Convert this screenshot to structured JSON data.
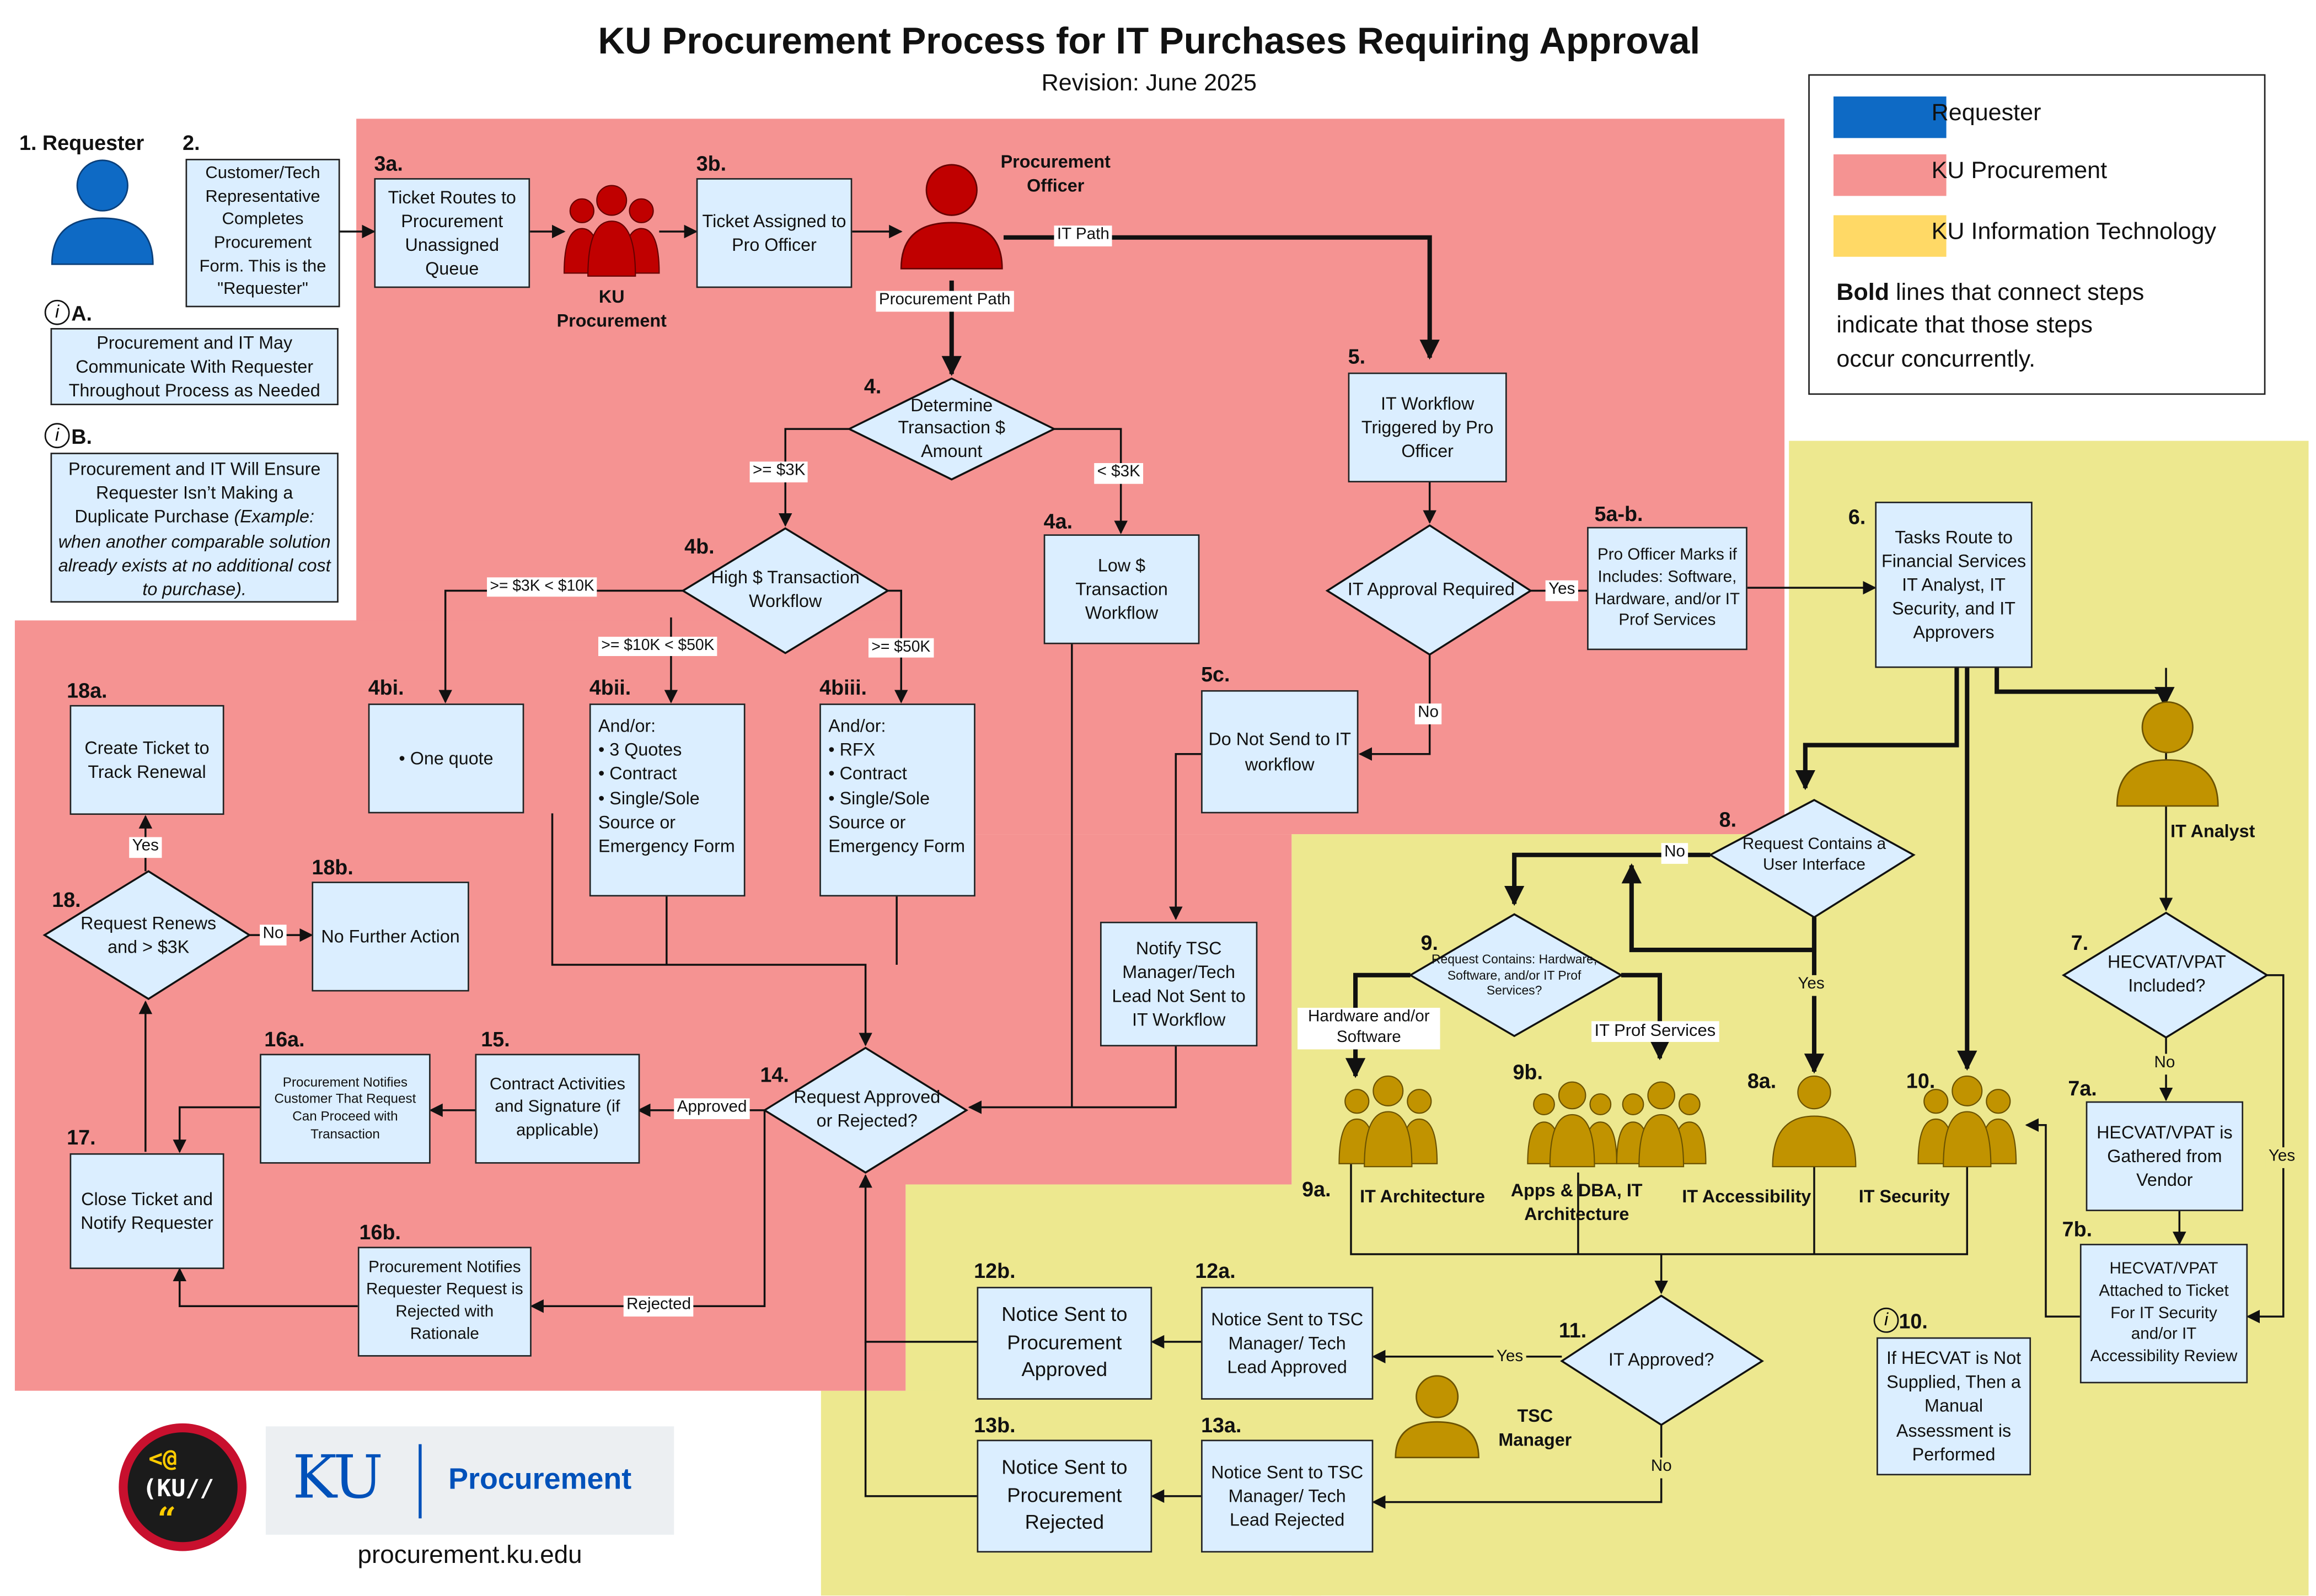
{
  "title": "KU Procurement Process for IT Purchases Requiring Approval",
  "subtitle": "Revision: June 2025",
  "colors": {
    "requester": "#0e6ac5",
    "procurement": "#f59392",
    "it": "#ede88f",
    "box_fill": "#dbeeff",
    "person_red": "#c00000",
    "person_gold": "#c19300"
  },
  "legend": {
    "requester": "Requester",
    "procurement": "KU Procurement",
    "it": "KU Information Technology",
    "note_bold": "Bold",
    "note_rest_1": " lines that connect steps",
    "note_line_2": "indicate that those steps",
    "note_line_3": "occur concurrently."
  },
  "steps": {
    "s1": {
      "num": "1. Requester"
    },
    "s2": {
      "num": "2.",
      "text": "Customer/Tech Representative Completes Procurement Form. This is the \"Requester\""
    },
    "iA": {
      "num": "A.",
      "text": "Procurement and IT May Communicate With Requester Throughout Process as Needed"
    },
    "iB": {
      "num": "B.",
      "text": "Procurement and IT Will Ensure Requester Isn’t Making a Duplicate Purchase ",
      "italic": "(Example: when another comparable solution already exists at no additional cost to purchase)."
    },
    "s3a": {
      "num": "3a.",
      "text": "Ticket Routes to Procurement Unassigned Queue"
    },
    "ku_procurement": "KU Procurement",
    "s3b": {
      "num": "3b.",
      "text": "Ticket Assigned to Pro Officer"
    },
    "procurement_officer": "Procurement Officer",
    "s4": {
      "num": "4.",
      "text": "Determine Transaction $ Amount"
    },
    "s4a": {
      "num": "4a.",
      "text": "Low $ Transaction Workflow"
    },
    "s4b": {
      "num": "4b.",
      "text": "High $ Transaction Workflow"
    },
    "s4bi": {
      "num": "4bi.",
      "text": "• One quote"
    },
    "s4bii": {
      "num": "4bii.",
      "lines": [
        "And/or:",
        "• 3 Quotes",
        "• Contract",
        "• Single/Sole Source or Emergency Form"
      ]
    },
    "s4biii": {
      "num": "4biii.",
      "lines": [
        "And/or:",
        "• RFX",
        "• Contract",
        "• Single/Sole Source or Emergency Form"
      ]
    },
    "s5": {
      "num": "5.",
      "text": "IT Workflow Triggered by Pro Officer"
    },
    "s5ab": {
      "num": "5a-b.",
      "text": "Pro Officer Marks if Includes: Software, Hardware, and/or IT Prof Services"
    },
    "s5_dec": "IT Approval Required",
    "s5c": {
      "num": "5c.",
      "text": "Do Not Send to IT workflow"
    },
    "s5c_notify": "Notify TSC Manager/Tech Lead Not Sent to IT Workflow",
    "s6": {
      "num": "6.",
      "text": "Tasks Route to Financial Services IT Analyst, IT Security, and IT Approvers"
    },
    "it_analyst": "IT Analyst",
    "s7": {
      "num": "7.",
      "text": "HECVAT/VPAT Included?"
    },
    "s7a": {
      "num": "7a.",
      "text": "HECVAT/VPAT is Gathered from Vendor"
    },
    "s7b": {
      "num": "7b.",
      "text": "HECVAT/VPAT Attached to Ticket For IT Security and/or IT Accessibility Review"
    },
    "s8": {
      "num": "8.",
      "text": "Request Contains a User Interface"
    },
    "s8a": {
      "num": "8a.",
      "label": "IT Accessibility"
    },
    "s9": {
      "num": "9.",
      "text": "Request Contains: Hardware, Software, and/or IT Prof Services?"
    },
    "s9a": {
      "num": "9a.",
      "label": "IT Architecture"
    },
    "s9b": {
      "num": "9b.",
      "label": "Apps & DBA, IT Architecture"
    },
    "s10": {
      "num": "10.",
      "label": "IT Security"
    },
    "i10": {
      "num": "10.",
      "text": "If HECVAT is Not Supplied, Then a Manual Assessment is Performed"
    },
    "s11": {
      "num": "11.",
      "text": "IT Approved?"
    },
    "tsc_manager": "TSC Manager",
    "s12a": {
      "num": "12a.",
      "text": "Notice Sent to TSC Manager/ Tech Lead Approved"
    },
    "s12b": {
      "num": "12b.",
      "text": "Notice Sent to Procurement Approved"
    },
    "s13a": {
      "num": "13a.",
      "text": "Notice Sent to TSC Manager/ Tech Lead Rejected"
    },
    "s13b": {
      "num": "13b.",
      "text": "Notice Sent to Procurement Rejected"
    },
    "s14": {
      "num": "14.",
      "text": "Request Approved or Rejected?"
    },
    "s15": {
      "num": "15.",
      "text": "Contract Activities and Signature (if applicable)"
    },
    "s16a": {
      "num": "16a.",
      "text": "Procurement Notifies Customer That Request Can Proceed with Transaction"
    },
    "s16b": {
      "num": "16b.",
      "text": "Procurement Notifies Requester Request is Rejected with Rationale"
    },
    "s17": {
      "num": "17.",
      "text": "Close Ticket and Notify Requester"
    },
    "s18": {
      "num": "18.",
      "text": "Request Renews and > $3K"
    },
    "s18a": {
      "num": "18a.",
      "text": "Create Ticket to Track Renewal"
    },
    "s18b": {
      "num": "18b.",
      "text": "No Further Action"
    }
  },
  "edge_labels": {
    "it_path": "IT Path",
    "procurement_path": "Procurement Path",
    "ge3k": ">= $3K",
    "lt3k": "< $3K",
    "ge3k_lt10k": ">= $3K < $10K",
    "ge10k_lt50k": ">= $10K < $50K",
    "ge50k": ">= $50K",
    "yes": "Yes",
    "no": "No",
    "approved": "Approved",
    "rejected": "Rejected",
    "hw_sw": "Hardware and/or Software",
    "it_prof": "IT Prof Services"
  },
  "footer": {
    "badge_line1": "<@",
    "badge_line2": "(KU//",
    "badge_line3": "“",
    "ku": "KU",
    "procurement": "Procurement",
    "url": "procurement.ku.edu"
  }
}
